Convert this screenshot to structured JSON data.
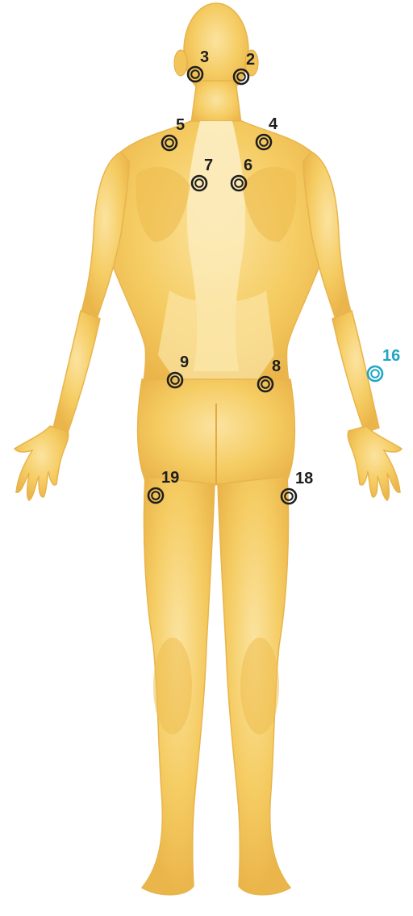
{
  "figure": {
    "view": "posterior",
    "colors": {
      "body_fill": "#f4c85a",
      "body_light": "#fbe7a8",
      "body_shadow": "#e0a93a",
      "outline": "#e6b24a",
      "marker_dark": "#1e1e1e",
      "marker_highlight": "#20a6c4",
      "label_dark": "#1e1e1e",
      "label_highlight": "#20a6c4"
    }
  },
  "points": [
    {
      "id": "p3",
      "label": "3",
      "side": "left",
      "highlight": false
    },
    {
      "id": "p2",
      "label": "2",
      "side": "right",
      "highlight": false
    },
    {
      "id": "p5",
      "label": "5",
      "side": "left",
      "highlight": false
    },
    {
      "id": "p4",
      "label": "4",
      "side": "right",
      "highlight": false
    },
    {
      "id": "p7",
      "label": "7",
      "side": "left",
      "highlight": false
    },
    {
      "id": "p6",
      "label": "6",
      "side": "right",
      "highlight": false
    },
    {
      "id": "p9",
      "label": "9",
      "side": "left",
      "highlight": false
    },
    {
      "id": "p8",
      "label": "8",
      "side": "right",
      "highlight": false
    },
    {
      "id": "p16",
      "label": "16",
      "side": "right",
      "highlight": true
    },
    {
      "id": "p19",
      "label": "19",
      "side": "left",
      "highlight": false
    },
    {
      "id": "p18",
      "label": "18",
      "side": "right",
      "highlight": false
    }
  ]
}
